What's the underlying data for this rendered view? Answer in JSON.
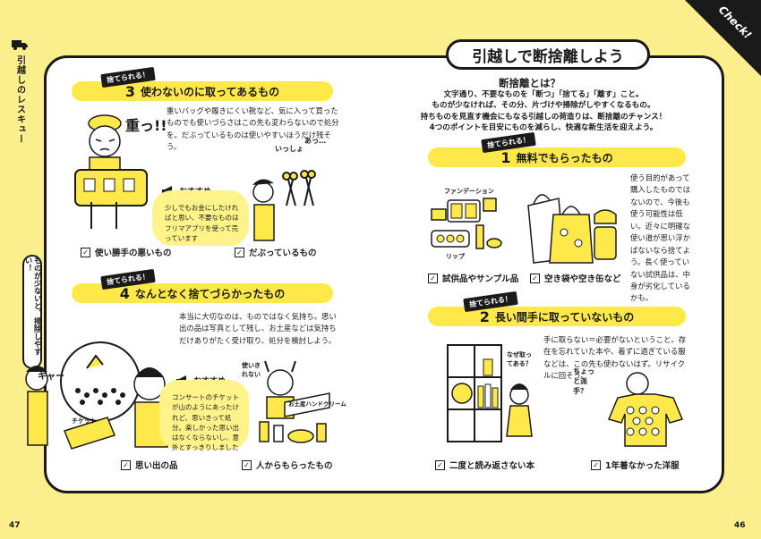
{
  "side": {
    "running_title": "引越しのレスキュー",
    "bubble_text": "ものが少ないと、掃除しやすい！"
  },
  "corner_label": "Check!",
  "page_title": "引越しで断捨離しよう",
  "intro": {
    "heading": "断捨離とは？",
    "lines": [
      "文字通り、不要なものを「断つ」「捨てる」「離す」こと。",
      "ものが少なければ、その分、片づけや掃除がしやすくなるもの。",
      "持ちものを見直す機会にもなる引越しの荷造りは、断捨離のチャンス！",
      "4つのポイントを目安にものを減らし、快適な新生活を迎えよう。"
    ]
  },
  "tag_label": "捨てられる！",
  "reco_label": "おすすめ",
  "sections": {
    "s3": {
      "num": "3",
      "title": "使わないのに取ってあるもの",
      "body": "重いバッグや履きにくい靴など、気に入って買ったものでも使いづらさはこの先も変わらないので処分を。だぶっているものは使いやすいほうだけ残そう。",
      "reco": "少しでもお金にしたければと思い、不要なものはフリマアプリを使って売っています",
      "checks": [
        "使い勝手の悪いもの",
        "だぶっているもの"
      ],
      "illu_text": [
        "重っ!!",
        "いっしょ",
        "あっ…"
      ]
    },
    "s4": {
      "num": "4",
      "title": "なんとなく捨てづらかったもの",
      "body": "本当に大切なのは、ものではなく気持ち。思い出の品は写真として残し、お土産などは気持ちだけありがたく受け取り、処分を検討しよう。",
      "reco": "コンサートのチケットが山のようにあったけれど、思いきって処分。楽しかった思い出はなくならないし、意外とすっきりしました",
      "checks": [
        "思い出の品",
        "人からもらったもの"
      ],
      "illu_text": [
        "キャー",
        "チケット",
        "使いきれない",
        "お土産ハンドクリーム"
      ]
    },
    "s1": {
      "num": "1",
      "title": "無料でもらったもの",
      "body": "使う目的があって購入したものではないので、今後も使う可能性は低い。近々に明確な使い道が思い浮かばないなら捨てよう。長く使っていない試供品は、中身が劣化しているかも。",
      "checks": [
        "試供品やサンプル品",
        "空き袋や空き缶など"
      ],
      "illu_text": [
        "ファンデーション",
        "リップ"
      ]
    },
    "s2": {
      "num": "2",
      "title": "長い間手に取っていないもの",
      "body": "手に取らない＝必要がないということ。存在を忘れていた本や、着ずに過ぎている服などは、この先も使わないはず。リサイクルに回そう。",
      "checks": [
        "二度と読み返さない本",
        "1年着なかった洋服"
      ],
      "illu_text": [
        "なぜ取ってある？",
        "ちょっと派手？"
      ]
    }
  },
  "page_numbers": {
    "left": "47",
    "right": "46"
  },
  "colors": {
    "background": "#fbee8c",
    "accent": "#ffe94a",
    "ink": "#1a1a1a"
  },
  "icons": [
    "truck-icon",
    "megaphone-icon",
    "checkbox-icon"
  ]
}
